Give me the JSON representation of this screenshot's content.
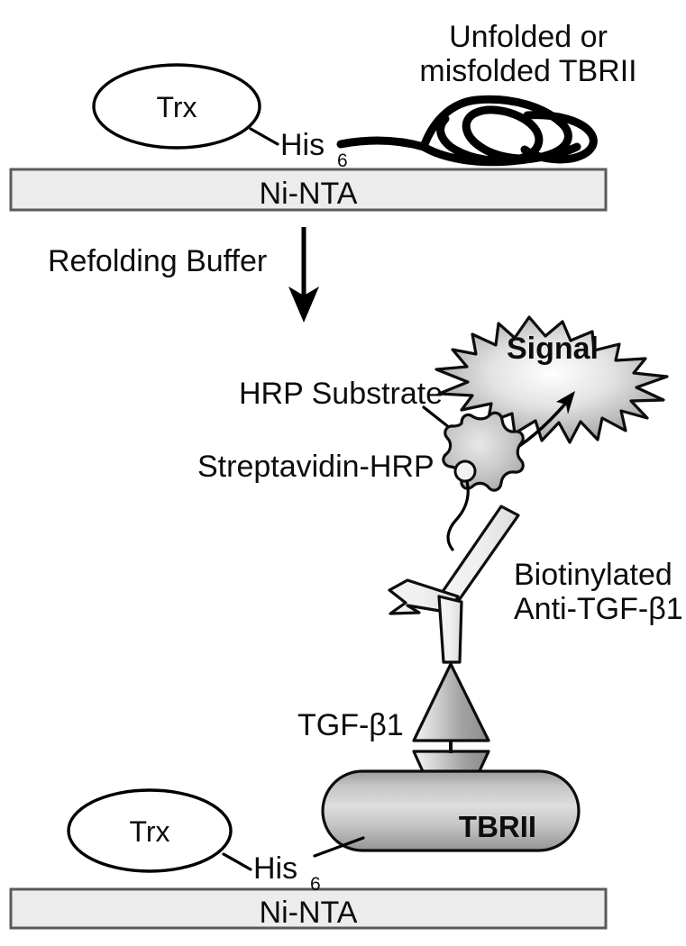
{
  "figure": {
    "title": "TBRII refolding and detection schematic",
    "background_color": "#ffffff"
  },
  "top_panel": {
    "trx_label": "Trx",
    "his_tag_label": "His",
    "his_tag_subscript": "6",
    "unfolded_caption_line1": "Unfolded or",
    "unfolded_caption_line2": "misfolded TBRII",
    "plate_label": "Ni-NTA"
  },
  "transition": {
    "arrow_label": "Refolding Buffer",
    "arrow_direction": "down"
  },
  "bottom_panel": {
    "signal_label": "Signal",
    "hrp_substrate_label": "HRP Substrate",
    "streptavidin_label": "Streptavidin-HRP",
    "antibody_label_line1": "Biotinylated",
    "antibody_label_line2": "Anti-TGF-β1",
    "ligand_label": "TGF-β1",
    "receptor_label": "TBRII",
    "trx_label": "Trx",
    "his_tag_label": "His",
    "his_tag_subscript": "6",
    "plate_label": "Ni-NTA"
  },
  "colors": {
    "plate_fill": "#ececec",
    "plate_stroke": "#5a5a5a",
    "outline": "#0d0d0d",
    "gray_light": "#efefef",
    "gray_mid": "#b9b9b9",
    "gray_dark": "#8d8d8d",
    "text": "#0d0d0d",
    "background": "#ffffff"
  }
}
